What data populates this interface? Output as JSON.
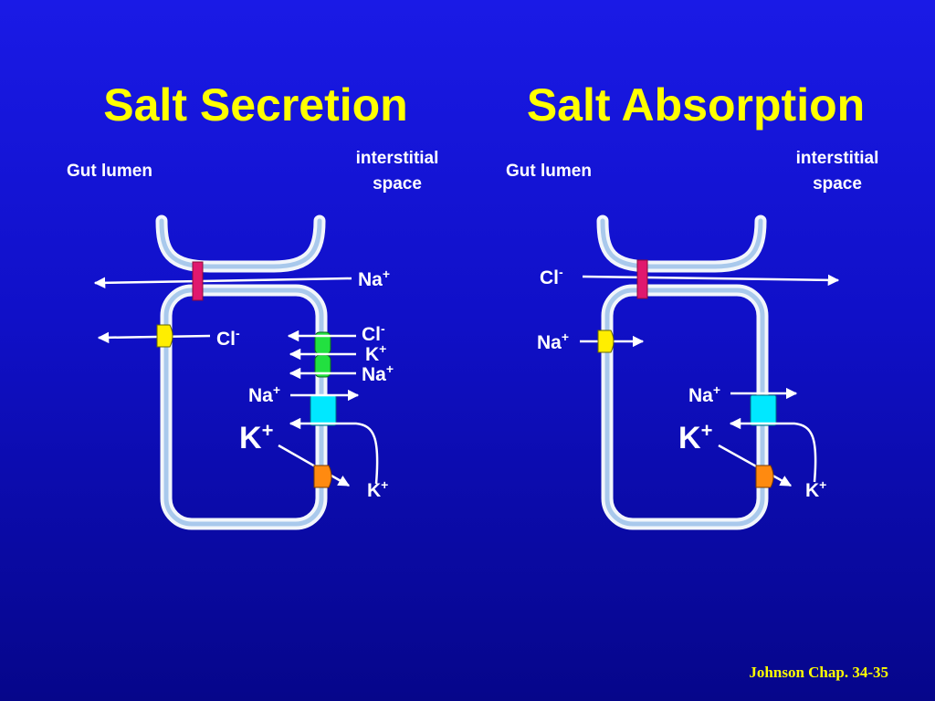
{
  "colors": {
    "background_top": "#1a1ae6",
    "background_bottom": "#06068a",
    "title": "#ffff00",
    "membrane_outer": "#f2f6fb",
    "membrane_inner": "#a9c9ec",
    "tight_junction": "#e0186e",
    "channel_yellow": "#ffee00",
    "cotransporter_green": "#22e040",
    "pump_cyan": "#00e8ff",
    "channel_orange": "#ff8a10",
    "credit": "#ffff00"
  },
  "secretion": {
    "title": "Salt Secretion",
    "lumen_label": "Gut lumen",
    "interstitial_line1": "interstitial",
    "interstitial_line2": "space",
    "paracellular_ion": "Na",
    "paracellular_charge": "+",
    "channel_ion": "Cl",
    "channel_charge": "-",
    "cotransport_ion1": "Cl",
    "cotransport_charge1": "-",
    "cotransport_ion2": "K",
    "cotransport_charge2": "+",
    "cotransport_ion3": "Na",
    "cotransport_charge3": "+",
    "pump_na_ion": "Na",
    "pump_na_charge": "+",
    "cell_k_ion": "K",
    "cell_k_charge": "+",
    "exit_k_ion": "K",
    "exit_k_charge": "+"
  },
  "absorption": {
    "title": "Salt Absorption",
    "lumen_label": "Gut lumen",
    "interstitial_line1": "interstitial",
    "interstitial_line2": "space",
    "paracellular_ion": "Cl",
    "paracellular_charge": "-",
    "channel_ion": "Na",
    "channel_charge": "+",
    "pump_na_ion": "Na",
    "pump_na_charge": "+",
    "cell_k_ion": "K",
    "cell_k_charge": "+",
    "exit_k_ion": "K",
    "exit_k_charge": "+"
  },
  "footer": {
    "credit": "Johnson Chap. 34-35"
  }
}
